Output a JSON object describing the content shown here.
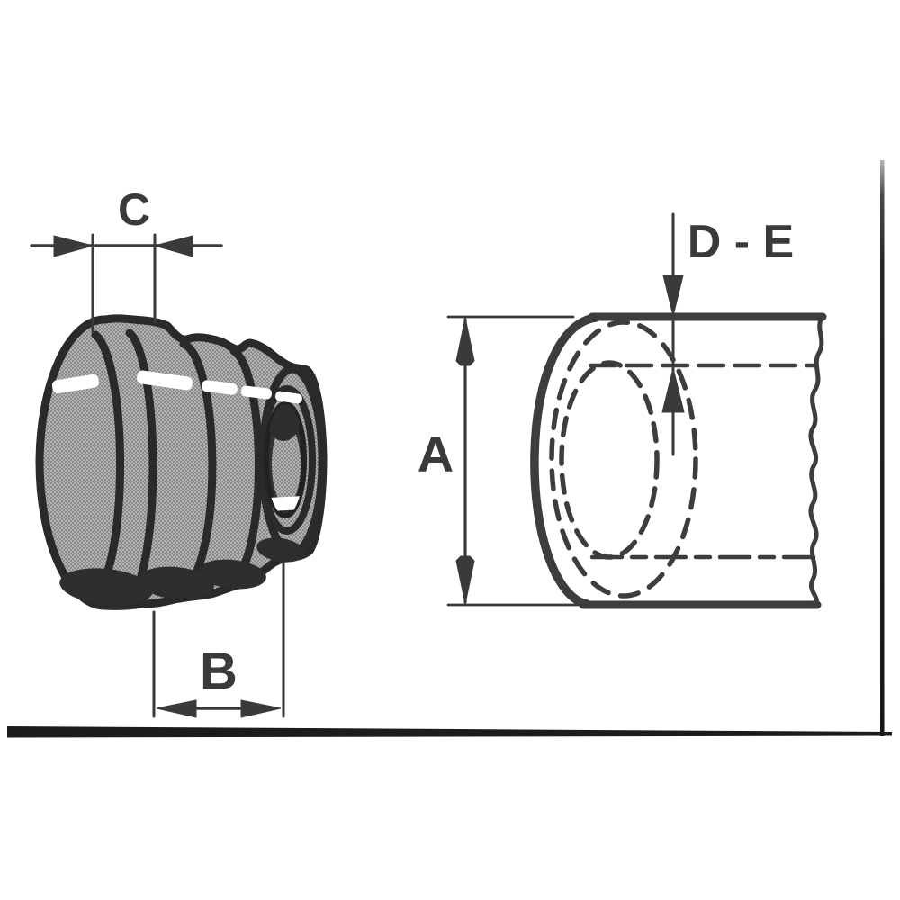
{
  "diagram": {
    "dimension_labels": {
      "c": "C",
      "b": "B",
      "a": "A",
      "d_e": "D - E"
    },
    "figures": [
      {
        "name": "ribbed-plug-illustration"
      },
      {
        "name": "tube-section-illustration"
      }
    ],
    "colors": {
      "ink": "#3a3a3a",
      "plug_outline": "#2a2a2a",
      "halftone_gray": "#9c9c9c",
      "page_border": "#1c1c1c",
      "background": "#ffffff"
    }
  }
}
